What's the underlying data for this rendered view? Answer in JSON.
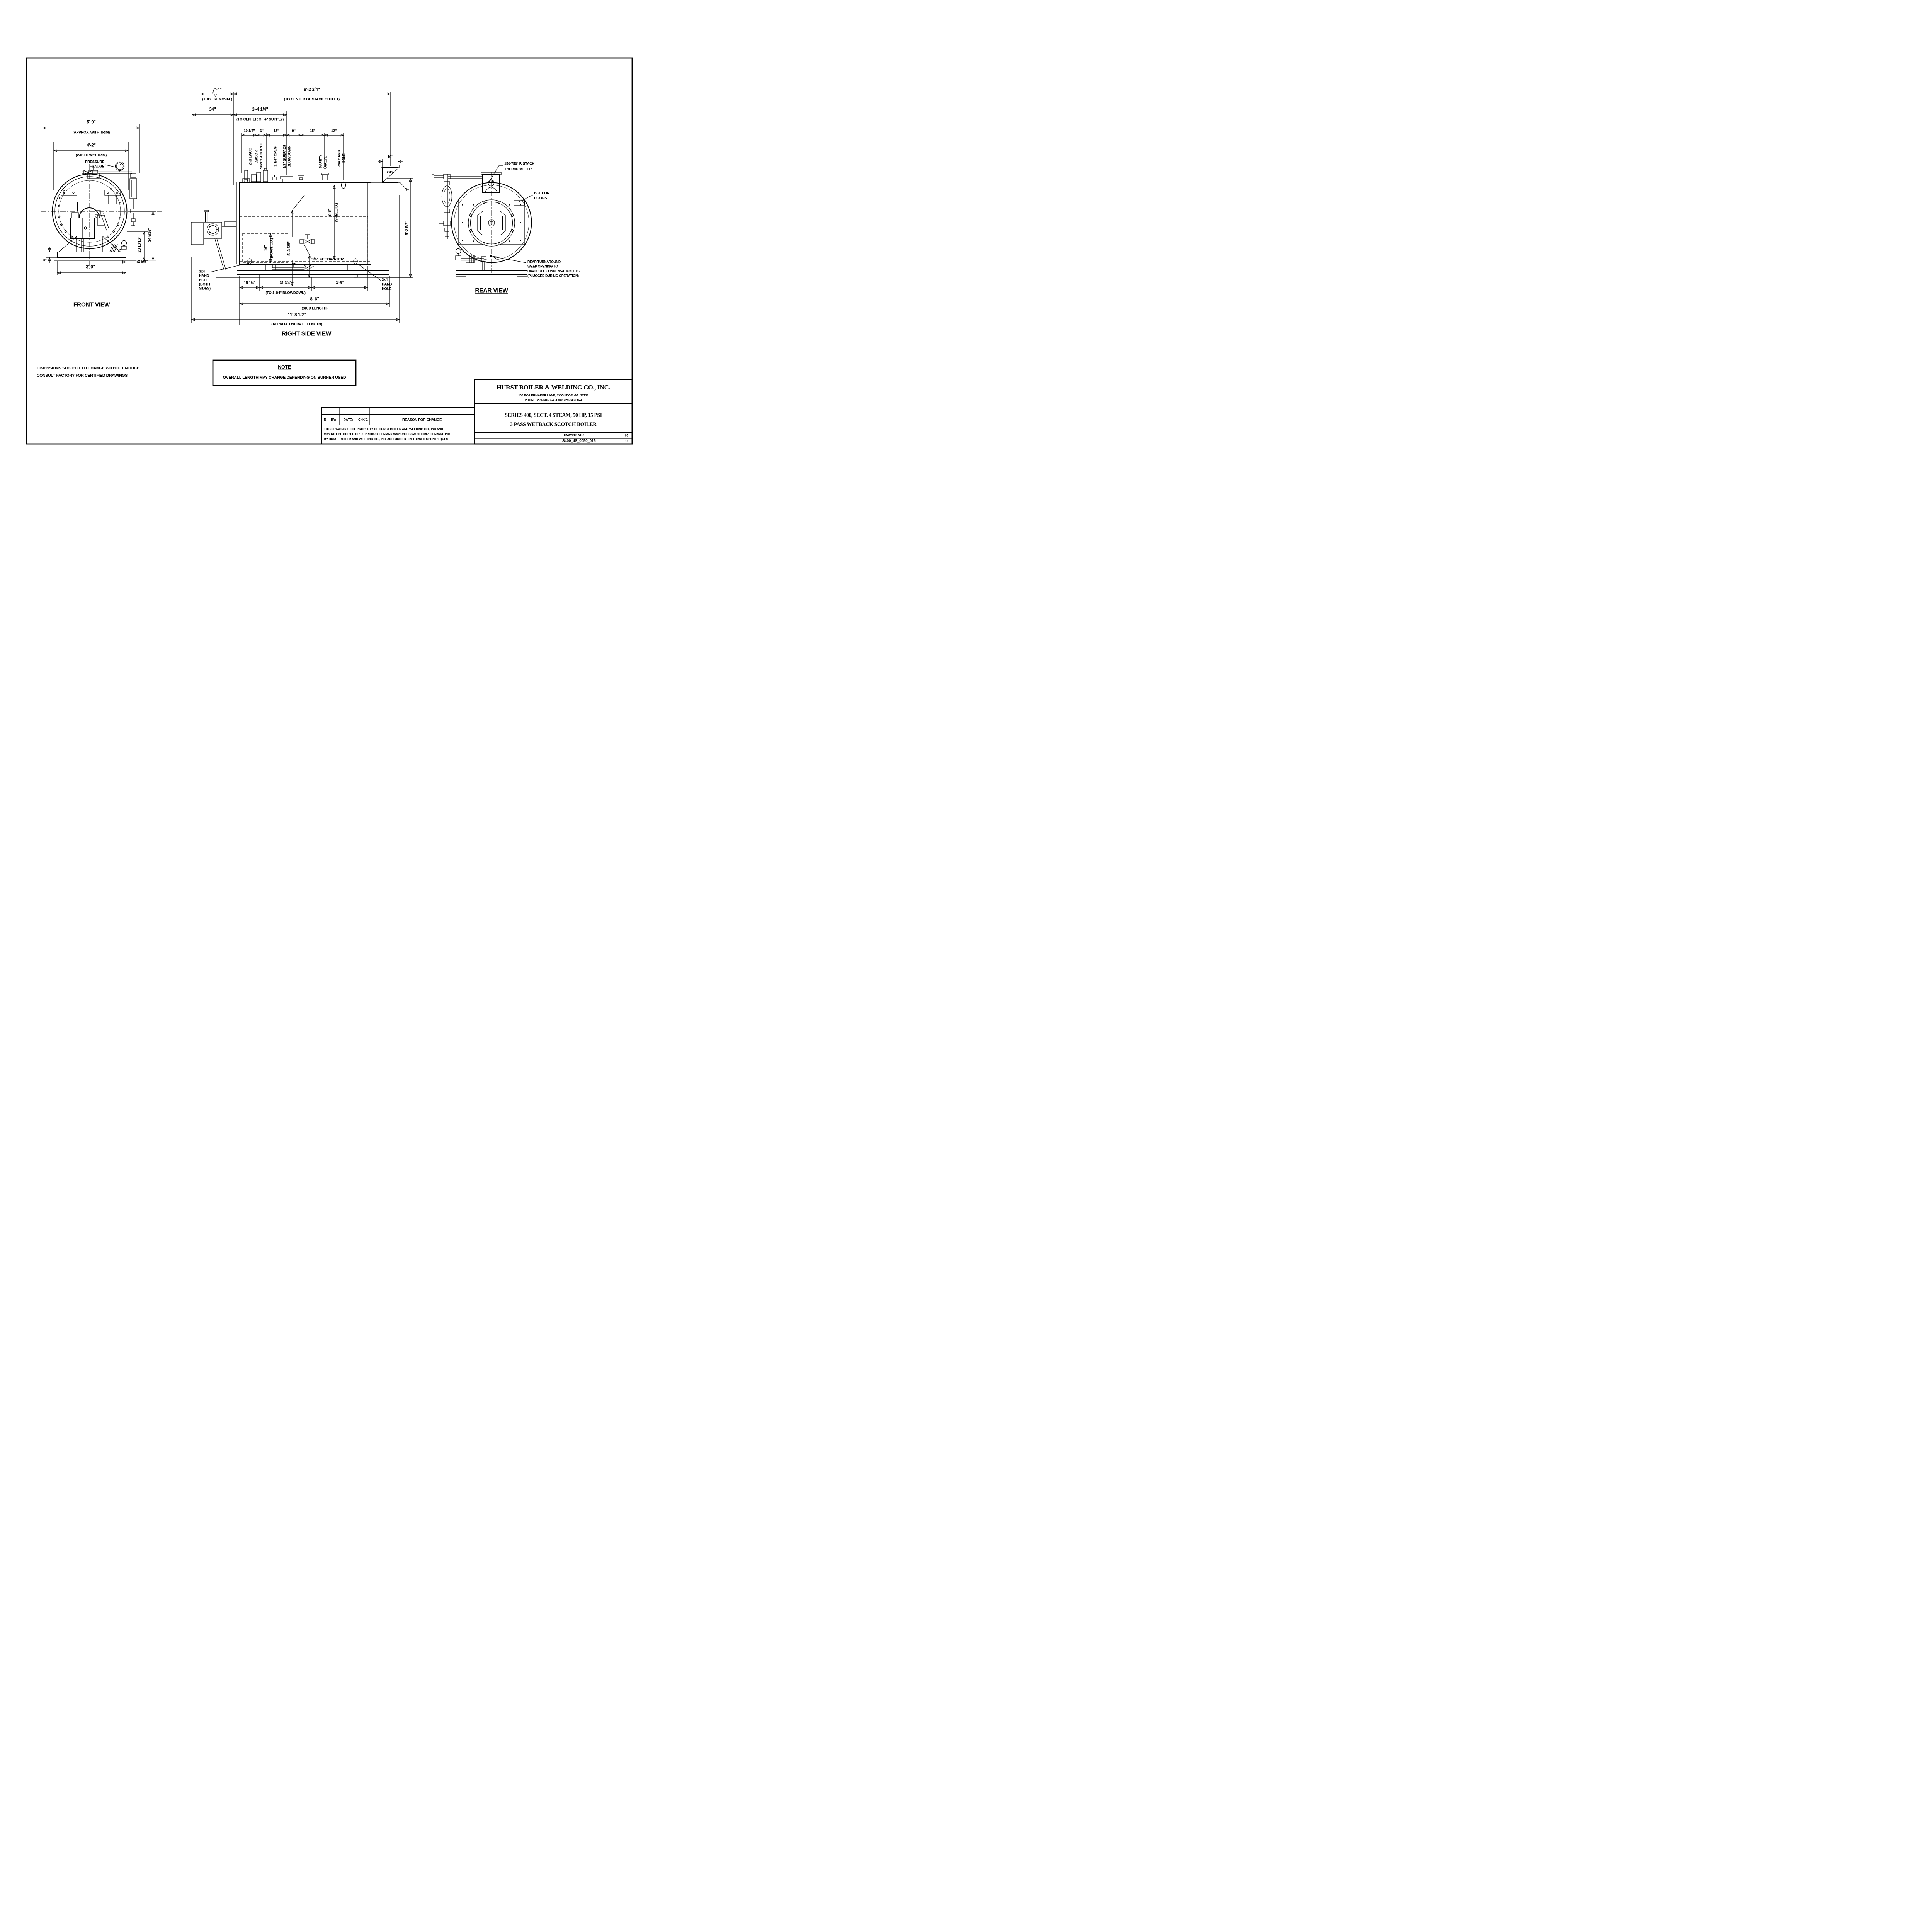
{
  "front_view": {
    "title": "FRONT VIEW",
    "dims": {
      "trim_width": "5'-0\"",
      "trim_width_note": "(APPROX. WITH TRIM)",
      "width": "4'-2\"",
      "width_note": "(WIDTH W/O TRIM)",
      "height_to_outlet": "28 13/16\"",
      "height_to_center": "34 5/16\"",
      "foot": "4\"",
      "skid_width": "3'-0\"",
      "skid_offset": "2 5/8\""
    },
    "labels": {
      "pressure_gauge": [
        "PRESSURE",
        "GAUGE"
      ]
    }
  },
  "side_view": {
    "title": "RIGHT SIDE VIEW",
    "dims_top": {
      "tube_removal": "7'-4\"",
      "tube_removal_note": "(TUBE REMOVAL)",
      "stack": "8'-2 3/4\"",
      "stack_note": "(TO CENTER OF STACK OUTLET)",
      "front": "34\"",
      "supply": "3'-4 1/4\"",
      "supply_note": "(TO CENTER OF 4\" SUPPLY)",
      "small": [
        "10 1/4\"",
        "6\"",
        "15\"",
        "9\"",
        "15\"",
        "12\""
      ],
      "stack_od": "10\"",
      "stack_od_note": "OD."
    },
    "fitting_labels": {
      "lwco2": "2nd LWCO",
      "lwco_pump": [
        "LWCO &",
        "PUMP CONTROL"
      ],
      "cplg": "1 1/4\" CPLG",
      "surface_blowdown": [
        "1/2\" SURFACE",
        "BLOWDOWN"
      ],
      "safety_valve": [
        "SAFETY",
        "VALVE"
      ],
      "hand_hole_top": [
        "3x4 HAND",
        "HOLE"
      ]
    },
    "dims_mid": {
      "furnace": "16\"",
      "furnace_note": "(FURN. OD.)",
      "waterline": "5'-3 5/8\"",
      "shell_id": "3'-8\"",
      "shell_id_note": "(SHELL ID.)",
      "height": "5'-2 5/8\"",
      "skid_h": "12\""
    },
    "labels": {
      "feedwater": "3/4\" FEEDWATER",
      "hand_hole_left": [
        "3x4",
        "HAND",
        "HOLE",
        "(BOTH",
        "SIDES)"
      ],
      "hand_hole_right": [
        "3x4",
        "HAND",
        "HOLE"
      ]
    },
    "dims_bottom": {
      "front_skid": "15 1/4\"",
      "blowdown": "31 3/4\"",
      "blowdown_note": "(TO 1 1/4\" BLOWDOWN)",
      "rear": "3'-8\"",
      "skid": "8'-6\"",
      "skid_note": "(SKID LENGTH)",
      "overall": "11'-8 1/2\"",
      "overall_note": "(APPROX. OVERALL LENGTH)"
    }
  },
  "rear_view": {
    "title": "REAR VIEW",
    "labels": {
      "thermometer": [
        "150-750° F. STACK",
        "THERMOMETER"
      ],
      "doors": [
        "BOLT ON",
        "DOORS"
      ],
      "weep": [
        "REAR TURNAROUND",
        "WEEP OPENING TO",
        "DRAIN OFF CONDENSATION, ETC.",
        "(PLUGGED DURING OPERATION)"
      ]
    }
  },
  "note_box": {
    "title": "NOTE",
    "text": "OVERALL LENGTH MAY CHANGE DEPENDING ON BURNER USED"
  },
  "disclaimer": [
    "DIMENSIONS SUBJECT TO CHANGE WITHOUT NOTICE.",
    "CONSULT FACTORY FOR CERTIFIED DRAWINGS"
  ],
  "revision_table": {
    "headers": {
      "r": "R",
      "by": "BY:",
      "date": "DATE:",
      "chkd": "CHK'D.",
      "reason": "REASON FOR CHANGE"
    },
    "legal": [
      "THIS DRAWING IS THE PROPERTY OF HURST BOILER AND WELDING CO., INC AND",
      "MAY NOT BE COPIED OR REPRODUCED IN ANY WAY UNLESS AUTHORIZED IN WRITING",
      "BY HURST BOILER AND WELDING CO., INC. AND MUST BE RETURNED UPON REQUEST"
    ]
  },
  "title_block": {
    "company": "HURST BOILER & WELDING CO., INC.",
    "address": "100 BOILERMAKER LANE, COOLIDGE, GA. 31738",
    "phone": "PHONE: 229-346-3545  FAX: 229-346-3874",
    "product_line1": "SERIES 400, SECT. 4 STEAM, 50 HP, 15 PSI",
    "product_line2": "3 PASS WETBACK SCOTCH BOILER",
    "drawing_no_label": "DRAWING NO.:",
    "drawing_no": "S400_4S_0050_015",
    "rev_header": "R",
    "rev": "0"
  }
}
